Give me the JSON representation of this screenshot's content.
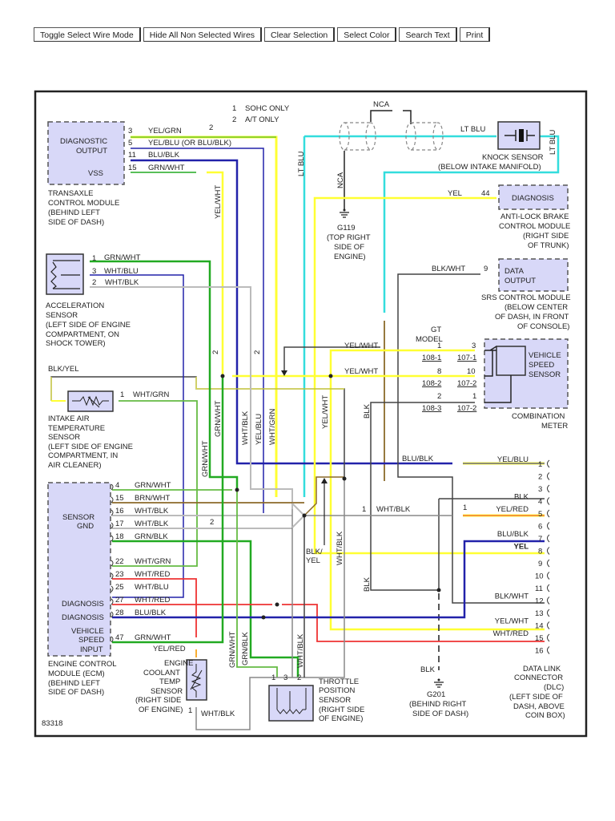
{
  "toolbar": {
    "buttons": [
      {
        "label": "Toggle Select Wire Mode"
      },
      {
        "label": "Hide All Non Selected Wires"
      },
      {
        "label": "Clear Selection"
      },
      {
        "label": "Select Color"
      },
      {
        "label": "Search Text"
      },
      {
        "label": "Print"
      }
    ]
  },
  "notes": [
    {
      "num": "1",
      "text": "SOHC ONLY"
    },
    {
      "num": "2",
      "text": "A/T ONLY"
    }
  ],
  "diagram_id": "83318",
  "colors": {
    "yel": "#ffff33",
    "grn": "#22aa22",
    "ltgrn": "#66bb44",
    "blu": "#2222aa",
    "ltblu": "#33dddd",
    "wht": "#bbbbbb",
    "blk": "#444444",
    "red": "#ee3333",
    "brn": "#8b6a2a",
    "component_fill": "#d8d8f8"
  },
  "components": {
    "tcm": {
      "labels": [
        "DIAGNOSTIC",
        "OUTPUT",
        "VSS"
      ],
      "caption": [
        "TRANSAXLE",
        "CONTROL MODULE",
        "(BEHIND LEFT",
        "SIDE OF DASH)"
      ],
      "pins": [
        {
          "pin": "3",
          "wire": "YEL/GRN"
        },
        {
          "pin": "5",
          "wire": "YEL/BLU (OR BLU/BLK)"
        },
        {
          "pin": "11",
          "wire": "BLU/BLK"
        },
        {
          "pin": "15",
          "wire": "GRN/WHT"
        }
      ]
    },
    "accel_sensor": {
      "caption": [
        "ACCELERATION",
        "SENSOR",
        "(LEFT SIDE OF ENGINE",
        "COMPARTMENT, ON",
        "SHOCK TOWER)"
      ],
      "pins": [
        {
          "pin": "1",
          "wire": "GRN/WHT"
        },
        {
          "pin": "3",
          "wire": "WHT/BLU"
        },
        {
          "pin": "2",
          "wire": "WHT/BLK"
        }
      ]
    },
    "iat_sensor": {
      "top_wire": "BLK/YEL",
      "caption": [
        "INTAKE AIR",
        "TEMPERATURE",
        "SENSOR",
        "(LEFT SIDE OF ENGINE",
        "COMPARTMENT, IN",
        "AIR CLEANER)"
      ],
      "pins": [
        {
          "pin": "1",
          "wire": "WHT/GRN"
        }
      ]
    },
    "ecm": {
      "labels": [
        "SENSOR",
        "GND",
        "DIAGNOSIS",
        "DIAGNOSIS",
        "VEHICLE",
        "SPEED",
        "INPUT"
      ],
      "caption": [
        "ENGINE CONTROL",
        "MODULE (ECM)",
        "(BEHIND LEFT",
        "SIDE OF DASH)"
      ],
      "pins": [
        {
          "pin": "4",
          "wire": "GRN/WHT"
        },
        {
          "pin": "15",
          "wire": "BRN/WHT"
        },
        {
          "pin": "16",
          "wire": "WHT/BLK"
        },
        {
          "pin": "17",
          "wire": "WHT/BLK"
        },
        {
          "pin": "18",
          "wire": "GRN/BLK"
        },
        {
          "pin": "22",
          "wire": "WHT/GRN"
        },
        {
          "pin": "23",
          "wire": "WHT/RED"
        },
        {
          "pin": "25",
          "wire": "WHT/BLU"
        },
        {
          "pin": "27",
          "wire": "WHT/RED"
        },
        {
          "pin": "28",
          "wire": "BLU/BLK"
        },
        {
          "pin": "47",
          "wire": "GRN/WHT"
        }
      ]
    },
    "ect_sensor": {
      "top_wire": "YEL/RED",
      "caption": [
        "ENGINE",
        "COOLANT",
        "TEMP",
        "SENSOR",
        "(RIGHT SIDE",
        "OF ENGINE)"
      ],
      "pins": [
        {
          "pin": "1",
          "wire": "WHT/BLK"
        }
      ]
    },
    "tps": {
      "caption": [
        "THROTTLE",
        "POSITION",
        "SENSOR",
        "(RIGHT SIDE",
        "OF ENGINE)"
      ],
      "pins": [
        "1",
        "3",
        "2"
      ]
    },
    "knock_sensor": {
      "wire": "LT BLU",
      "caption": [
        "KNOCK SENSOR",
        "(BELOW INTAKE MANIFOLD)"
      ]
    },
    "abs_module": {
      "label": "DIAGNOSIS",
      "pin": "44",
      "wire": "YEL",
      "caption": [
        "ANTI-LOCK BRAKE",
        "CONTROL MODULE",
        "(RIGHT SIDE",
        "OF TRUNK)"
      ]
    },
    "srs_module": {
      "labels": [
        "DATA",
        "OUTPUT"
      ],
      "pin": "9",
      "wire": "BLK/WHT",
      "caption": [
        "SRS CONTROL MODULE",
        "(BELOW CENTER",
        "OF DASH, IN FRONT",
        "OF CONSOLE)"
      ]
    },
    "combo_meter": {
      "inner_label": [
        "VEHICLE",
        "SPEED",
        "SENSOR"
      ],
      "gt_label": [
        "GT",
        "MODEL"
      ],
      "caption": [
        "COMBINATION",
        "METER"
      ],
      "rows": [
        {
          "wire": "YEL/WHT",
          "gt": "1",
          "pin": "3",
          "c1": "108-1",
          "c2": "107-1"
        },
        {
          "wire": "YEL/WHT",
          "gt": "8",
          "pin": "10",
          "c1": "108-2",
          "c2": "107-2"
        },
        {
          "wire": "",
          "gt": "2",
          "pin": "1",
          "c1": "108-3",
          "c2": "107-2"
        }
      ]
    },
    "g119": {
      "wire": "NCA",
      "caption": [
        "G119",
        "(TOP RIGHT",
        "SIDE OF",
        "ENGINE)"
      ]
    },
    "g201": {
      "wire": "BLK",
      "caption": [
        "G201",
        "(BEHIND RIGHT",
        "SIDE OF DASH)"
      ]
    },
    "dlc": {
      "caption": [
        "DATA LINK",
        "CONNECTOR",
        "(DLC)",
        "(LEFT SIDE OF",
        "DASH, ABOVE",
        "COIN BOX)"
      ],
      "pins": [
        {
          "pin": "1",
          "wire": "YEL/BLU"
        },
        {
          "pin": "2",
          "wire": ""
        },
        {
          "pin": "3",
          "wire": ""
        },
        {
          "pin": "4",
          "wire": "BLK"
        },
        {
          "pin": "5",
          "wire": "YEL/RED"
        },
        {
          "pin": "6",
          "wire": ""
        },
        {
          "pin": "7",
          "wire": "BLU/BLK"
        },
        {
          "pin": "8",
          "wire": "YEL"
        },
        {
          "pin": "9",
          "wire": ""
        },
        {
          "pin": "10",
          "wire": ""
        },
        {
          "pin": "11",
          "wire": ""
        },
        {
          "pin": "12",
          "wire": "BLK/WHT"
        },
        {
          "pin": "13",
          "wire": ""
        },
        {
          "pin": "14",
          "wire": "YEL/WHT"
        },
        {
          "pin": "15",
          "wire": "WHT/RED"
        },
        {
          "pin": "16",
          "wire": ""
        }
      ]
    }
  },
  "wire_labels": {
    "nca_top": "NCA",
    "lt_blu": "LT BLU",
    "yel_wht": "YEL/WHT",
    "grn_wht": "GRN/WHT",
    "wht_blk": "WHT/BLK",
    "yel_blu": "YEL/BLU",
    "wht_grn": "WHT/GRN",
    "blk": "BLK",
    "blu_blk": "BLU/BLK",
    "blk_yel": "BLK/",
    "blk_yel2": "YEL",
    "grn_blk": "GRN/BLK",
    "note2": "2",
    "note1": "1"
  }
}
